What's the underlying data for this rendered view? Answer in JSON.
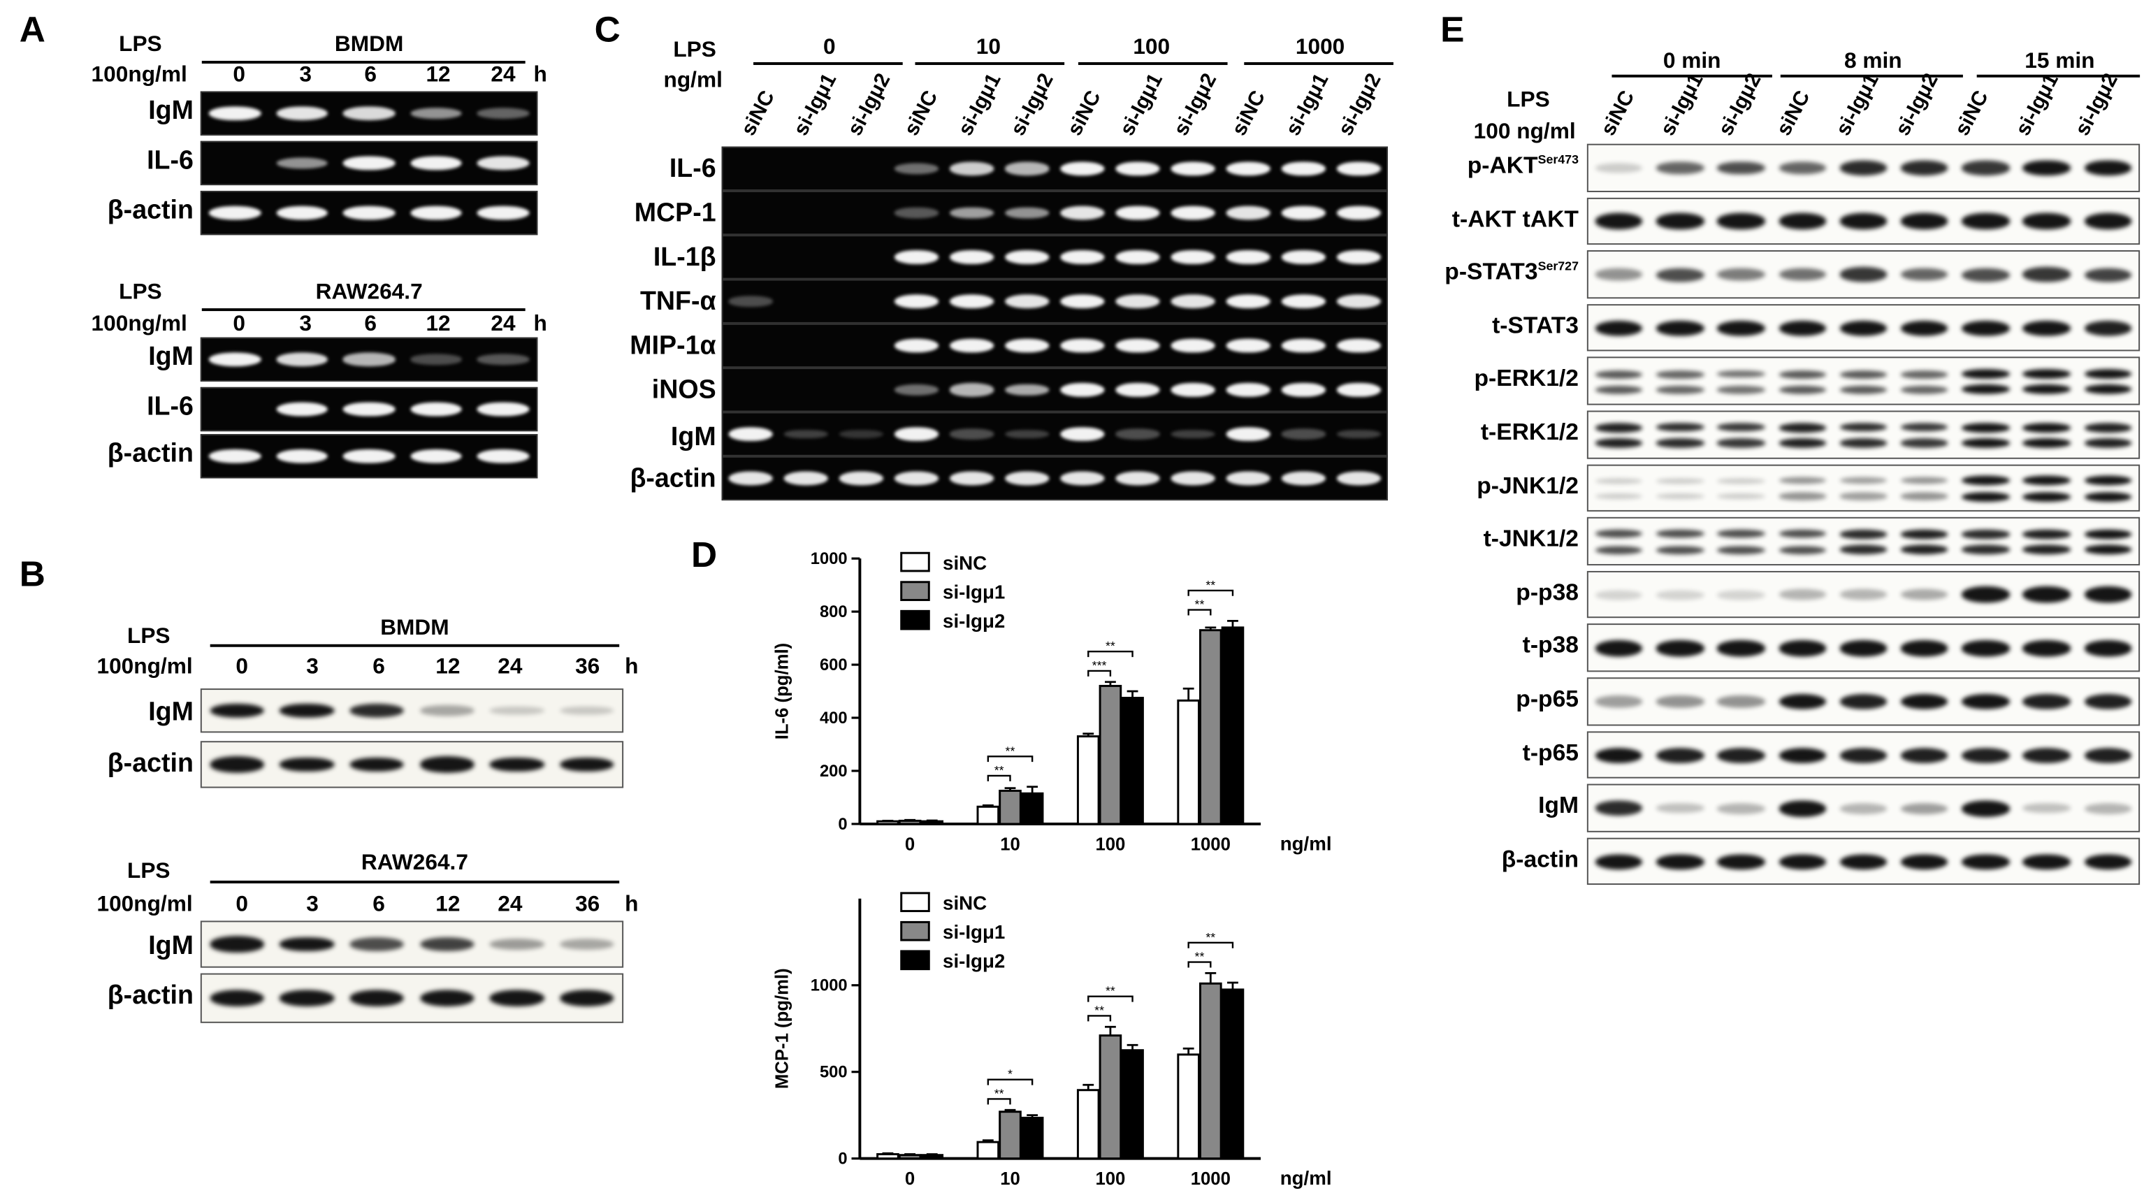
{
  "panels": {
    "A": {
      "letter": "A",
      "treatment_label": "LPS",
      "dose_label": "100ng/ml",
      "unit": "h",
      "blocks": [
        {
          "cell": "BMDM",
          "times": [
            "0",
            "3",
            "6",
            "12",
            "24"
          ],
          "rows": [
            {
              "name": "IgM",
              "bands": [
                0.95,
                0.8,
                0.75,
                0.45,
                0.25
              ]
            },
            {
              "name": "IL-6",
              "bands": [
                0.0,
                0.45,
                0.95,
                1.0,
                0.8
              ]
            },
            {
              "name": "β-actin",
              "bands": [
                0.85,
                0.9,
                0.9,
                1.0,
                0.9
              ]
            }
          ]
        },
        {
          "cell": "RAW264.7",
          "times": [
            "0",
            "3",
            "6",
            "12",
            "24"
          ],
          "rows": [
            {
              "name": "IgM",
              "bands": [
                0.85,
                0.75,
                0.6,
                0.15,
                0.2
              ]
            },
            {
              "name": "IL-6",
              "bands": [
                0.0,
                0.95,
                1.0,
                1.0,
                1.0
              ]
            },
            {
              "name": "β-actin",
              "bands": [
                0.85,
                0.9,
                0.9,
                0.9,
                0.9
              ]
            }
          ]
        }
      ]
    },
    "B": {
      "letter": "B",
      "treatment_label": "LPS",
      "dose_label": "100ng/ml",
      "unit": "h",
      "blocks": [
        {
          "cell": "BMDM",
          "times": [
            "0",
            "3",
            "6",
            "12",
            "24",
            "36"
          ],
          "rows": [
            {
              "name": "IgM",
              "bands": [
                0.95,
                0.95,
                0.75,
                0.2,
                0.05,
                0.05
              ]
            },
            {
              "name": "β-actin",
              "bands": [
                0.95,
                0.85,
                0.85,
                0.9,
                0.85,
                0.85
              ]
            }
          ]
        },
        {
          "cell": "RAW264.7",
          "times": [
            "0",
            "3",
            "6",
            "12",
            "24",
            "36"
          ],
          "rows": [
            {
              "name": "IgM",
              "bands": [
                0.9,
                0.85,
                0.6,
                0.65,
                0.25,
                0.2
              ]
            },
            {
              "name": "β-actin",
              "bands": [
                0.95,
                0.9,
                0.9,
                0.95,
                0.95,
                0.95
              ]
            }
          ]
        }
      ]
    },
    "C": {
      "letter": "C",
      "treatment_label": "LPS",
      "dose_label": "ng/ml",
      "doses": [
        "0",
        "10",
        "100",
        "1000"
      ],
      "lanes": [
        "siNC",
        "si-Igμ1",
        "si-Igμ2",
        "siNC",
        "si-Igμ1",
        "si-Igμ2",
        "siNC",
        "si-Igμ1",
        "si-Igμ2",
        "siNC",
        "si-Igμ1",
        "si-Igμ2"
      ],
      "rows": [
        {
          "name": "IL-6",
          "bands": [
            0,
            0,
            0,
            0.3,
            0.7,
            0.6,
            0.85,
            0.95,
            0.9,
            0.85,
            1.0,
            0.95
          ]
        },
        {
          "name": "MCP-1",
          "bands": [
            0,
            0,
            0,
            0.2,
            0.5,
            0.45,
            0.8,
            0.95,
            0.9,
            0.8,
            0.95,
            0.9
          ]
        },
        {
          "name": "IL-1β",
          "bands": [
            0,
            0,
            0,
            0.9,
            0.9,
            0.9,
            0.95,
            0.95,
            0.95,
            0.95,
            0.95,
            0.95
          ]
        },
        {
          "name": "TNF-α",
          "bands": [
            0.15,
            0,
            0,
            0.85,
            0.85,
            0.8,
            0.85,
            0.8,
            0.8,
            0.85,
            0.85,
            0.8
          ]
        },
        {
          "name": "MIP-1α",
          "bands": [
            0,
            0,
            0,
            0.85,
            0.9,
            0.9,
            0.95,
            0.95,
            0.95,
            0.95,
            0.95,
            0.95
          ]
        },
        {
          "name": "iNOS",
          "bands": [
            0,
            0,
            0,
            0.3,
            0.6,
            0.55,
            0.9,
            0.95,
            0.95,
            0.9,
            1.0,
            1.0
          ]
        },
        {
          "name": "IgM",
          "bands": [
            0.9,
            0.1,
            0.05,
            0.95,
            0.15,
            0.1,
            0.95,
            0.15,
            0.1,
            0.95,
            0.15,
            0.1
          ]
        },
        {
          "name": "β-actin",
          "bands": [
            0.8,
            0.8,
            0.8,
            0.8,
            0.8,
            0.8,
            0.8,
            0.8,
            0.8,
            0.8,
            0.8,
            0.8
          ]
        }
      ]
    },
    "D": {
      "letter": "D"
    },
    "E": {
      "letter": "E",
      "treatment_label": "LPS",
      "dose_label": "100 ng/ml",
      "times": [
        "0 min",
        "8 min",
        "15 min"
      ],
      "lanes": [
        "siNC",
        "si-Igμ1",
        "si-Igμ2",
        "siNC",
        "si-Igμ1",
        "si-Igμ2",
        "siNC",
        "si-Igμ1",
        "si-Igμ2"
      ],
      "rows": [
        {
          "name": "p-AKT",
          "sup": "Ser473",
          "bands": [
            0.05,
            0.5,
            0.6,
            0.5,
            0.75,
            0.75,
            0.7,
            0.95,
            1.0
          ],
          "double": false
        },
        {
          "name": "t-AKT tAKT",
          "sup": "",
          "bands": [
            0.95,
            0.9,
            0.9,
            0.9,
            0.9,
            0.9,
            0.9,
            0.9,
            0.95
          ],
          "double": false
        },
        {
          "name": "p-STAT3",
          "sup": "Ser727",
          "bands": [
            0.3,
            0.6,
            0.4,
            0.45,
            0.7,
            0.5,
            0.6,
            0.7,
            0.65
          ],
          "double": false
        },
        {
          "name": "t-STAT3",
          "sup": "",
          "bands": [
            0.85,
            0.85,
            0.85,
            0.9,
            0.85,
            0.85,
            0.85,
            0.85,
            0.8
          ],
          "double": false
        },
        {
          "name": "p-ERK1/2",
          "sup": "",
          "bands": [
            0.55,
            0.5,
            0.45,
            0.55,
            0.55,
            0.5,
            0.95,
            0.95,
            0.95
          ],
          "double": true
        },
        {
          "name": "t-ERK1/2",
          "sup": "",
          "bands": [
            0.8,
            0.75,
            0.7,
            0.8,
            0.75,
            0.7,
            0.85,
            0.85,
            0.8
          ],
          "double": true
        },
        {
          "name": "p-JNK1/2",
          "sup": "",
          "bands": [
            0.05,
            0.05,
            0.05,
            0.3,
            0.25,
            0.3,
            0.9,
            0.9,
            0.9
          ],
          "double": true
        },
        {
          "name": "t-JNK1/2",
          "sup": "",
          "bands": [
            0.6,
            0.6,
            0.6,
            0.6,
            0.75,
            0.8,
            0.75,
            0.8,
            0.85
          ],
          "double": true
        },
        {
          "name": "p-p38",
          "sup": "",
          "bands": [
            0.02,
            0.02,
            0.02,
            0.15,
            0.15,
            0.2,
            0.95,
            0.95,
            0.95
          ],
          "double": false
        },
        {
          "name": "t-p38",
          "sup": "",
          "bands": [
            1.0,
            0.9,
            0.9,
            0.9,
            0.9,
            0.9,
            0.9,
            0.9,
            0.9
          ],
          "double": false
        },
        {
          "name": "p-p65",
          "sup": "",
          "bands": [
            0.25,
            0.3,
            0.3,
            0.85,
            0.8,
            0.85,
            0.85,
            0.8,
            0.8
          ],
          "double": false
        },
        {
          "name": "t-p65",
          "sup": "",
          "bands": [
            0.85,
            0.8,
            0.8,
            0.85,
            0.8,
            0.8,
            0.8,
            0.8,
            0.8
          ],
          "double": false
        },
        {
          "name": "IgM",
          "sup": "",
          "bands": [
            0.75,
            0.1,
            0.15,
            0.95,
            0.15,
            0.25,
            0.95,
            0.1,
            0.15
          ],
          "double": false
        },
        {
          "name": "β-actin",
          "sup": "",
          "bands": [
            0.85,
            0.85,
            0.85,
            0.85,
            0.85,
            0.85,
            0.85,
            0.85,
            0.85
          ],
          "double": false
        }
      ]
    }
  },
  "chart_data": [
    {
      "type": "bar",
      "panel": "D",
      "ylabel": "IL-6 (pg/ml)",
      "xlabel": "ng/ml",
      "categories": [
        "0",
        "10",
        "100",
        "1000"
      ],
      "ylim": [
        0,
        1000
      ],
      "yticks": [
        0,
        200,
        400,
        600,
        800,
        1000
      ],
      "series": [
        {
          "name": "siNC",
          "values": [
            10,
            65,
            330,
            465
          ],
          "errors": [
            2,
            5,
            10,
            45
          ],
          "color": "#ffffff"
        },
        {
          "name": "si-Igμ1",
          "values": [
            12,
            125,
            520,
            730
          ],
          "errors": [
            3,
            10,
            15,
            10
          ],
          "color": "#888888"
        },
        {
          "name": "si-Igμ2",
          "values": [
            10,
            115,
            475,
            740
          ],
          "errors": [
            3,
            25,
            25,
            25
          ],
          "color": "#000000"
        }
      ],
      "significance": [
        {
          "category": "10",
          "pairs": [
            {
              "label": "**",
              "between": [
                "siNC",
                "si-Igμ1"
              ]
            },
            {
              "label": "**",
              "between": [
                "siNC",
                "si-Igμ2"
              ]
            }
          ]
        },
        {
          "category": "100",
          "pairs": [
            {
              "label": "***",
              "between": [
                "siNC",
                "si-Igμ1"
              ]
            },
            {
              "label": "**",
              "between": [
                "siNC",
                "si-Igμ2"
              ]
            }
          ]
        },
        {
          "category": "1000",
          "pairs": [
            {
              "label": "**",
              "between": [
                "siNC",
                "si-Igμ1"
              ]
            },
            {
              "label": "**",
              "between": [
                "siNC",
                "si-Igμ2"
              ]
            }
          ]
        }
      ]
    },
    {
      "type": "bar",
      "panel": "D",
      "ylabel": "MCP-1 (pg/ml)",
      "xlabel": "ng/ml",
      "categories": [
        "0",
        "10",
        "100",
        "1000"
      ],
      "ylim": [
        0,
        1500
      ],
      "yticks": [
        0,
        500,
        1000
      ],
      "series": [
        {
          "name": "siNC",
          "values": [
            25,
            95,
            395,
            600
          ],
          "errors": [
            5,
            10,
            30,
            35
          ],
          "color": "#ffffff"
        },
        {
          "name": "si-Igμ1",
          "values": [
            20,
            270,
            710,
            1010
          ],
          "errors": [
            5,
            10,
            50,
            60
          ],
          "color": "#888888"
        },
        {
          "name": "si-Igμ2",
          "values": [
            20,
            235,
            625,
            975
          ],
          "errors": [
            5,
            15,
            30,
            40
          ],
          "color": "#000000"
        }
      ],
      "significance": [
        {
          "category": "10",
          "pairs": [
            {
              "label": "**",
              "between": [
                "siNC",
                "si-Igμ1"
              ]
            },
            {
              "label": "*",
              "between": [
                "siNC",
                "si-Igμ2"
              ]
            }
          ]
        },
        {
          "category": "100",
          "pairs": [
            {
              "label": "**",
              "between": [
                "siNC",
                "si-Igμ1"
              ]
            },
            {
              "label": "**",
              "between": [
                "siNC",
                "si-Igμ2"
              ]
            }
          ]
        },
        {
          "category": "1000",
          "pairs": [
            {
              "label": "**",
              "between": [
                "siNC",
                "si-Igμ1"
              ]
            },
            {
              "label": "**",
              "between": [
                "siNC",
                "si-Igμ2"
              ]
            }
          ]
        }
      ]
    }
  ]
}
